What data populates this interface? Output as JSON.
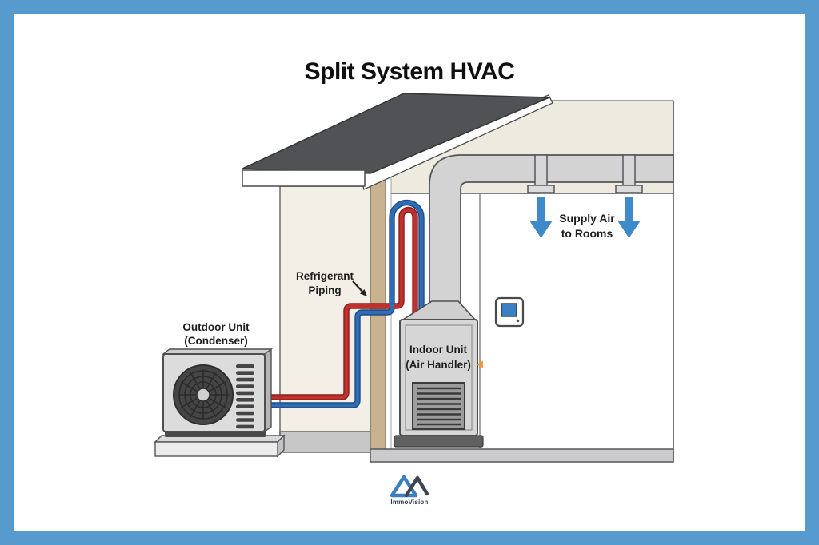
{
  "frame": {
    "border_color": "#579ACE",
    "canvas_color": "#ffffff"
  },
  "title": "Split System HVAC",
  "diagram": {
    "labels": {
      "outdoor_unit": {
        "line1": "Outdoor Unit",
        "line2": "(Condenser)"
      },
      "refrigerant_piping": {
        "line1": "Refrigerant",
        "line2": "Piping"
      },
      "indoor_unit": {
        "line1": "Indoor Unit",
        "line2": "(Air Handler)"
      },
      "supply_air": {
        "line1": "Supply Air",
        "line2": "to Rooms"
      }
    },
    "colors": {
      "pipe_hot": "#c0302c",
      "pipe_cold": "#2f6cb3",
      "supply_arrow": "#3f8acb",
      "thermostat_screen": "#3a7fc4",
      "roof": "#515255",
      "wall_cream": "#f4efe6",
      "attic_cream": "#efeae0",
      "stud_tan": "#c9b28f",
      "duct_gray": "#d3d3d3",
      "marker_orange": "#f5992e"
    }
  },
  "branding": {
    "logo_text": "ImmoVision",
    "logo_blue": "#3a7fc1",
    "logo_dark": "#3d4452"
  }
}
